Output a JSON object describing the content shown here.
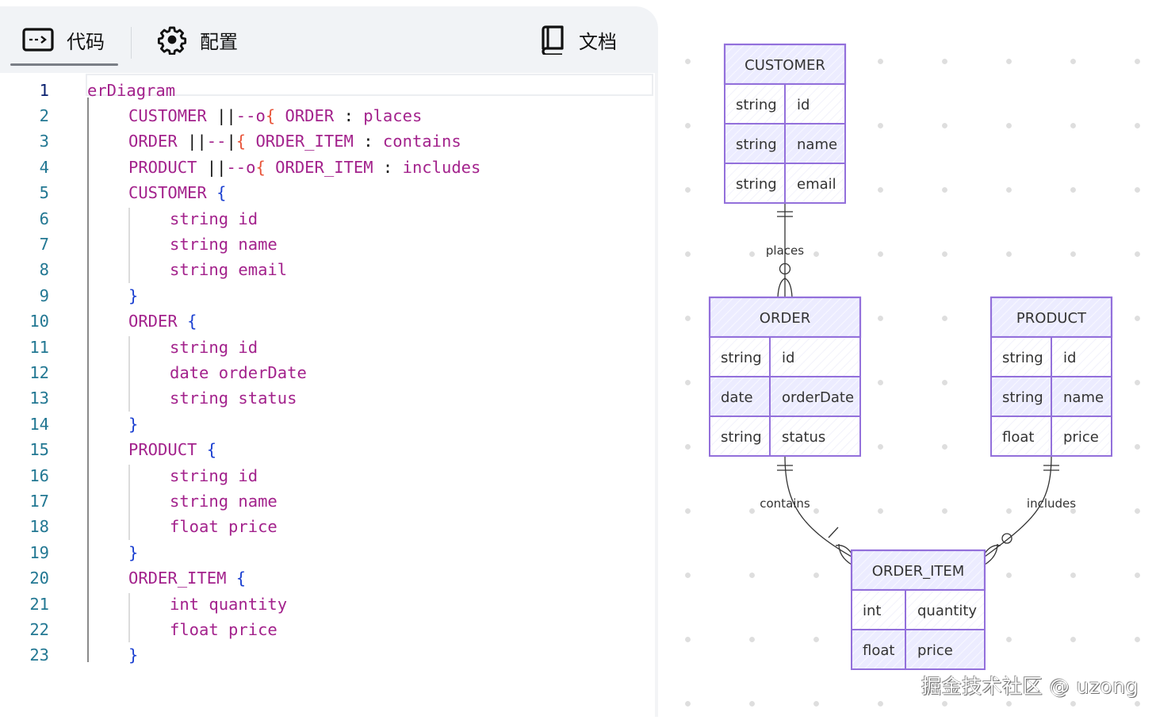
{
  "toolbar": {
    "tabs": [
      {
        "label": "代码",
        "icon": "code-terminal-icon",
        "active": true
      },
      {
        "label": "配置",
        "icon": "gear-icon",
        "active": false
      },
      {
        "label": "文档",
        "icon": "book-icon",
        "active": false
      }
    ]
  },
  "editor": {
    "active_line": 1,
    "lines": [
      {
        "n": "1",
        "tokens": [
          [
            "kw",
            "erDiagram"
          ]
        ]
      },
      {
        "n": "2",
        "indent": 1,
        "tokens": [
          [
            "ent",
            "CUSTOMER "
          ],
          [
            "rel",
            "||"
          ],
          [
            "ent",
            "--o"
          ],
          [
            "relc",
            "{"
          ],
          [
            "ent",
            " ORDER "
          ],
          [
            "colon",
            ":"
          ],
          [
            "ent",
            " places"
          ]
        ]
      },
      {
        "n": "3",
        "indent": 1,
        "tokens": [
          [
            "ent",
            "ORDER "
          ],
          [
            "rel",
            "||"
          ],
          [
            "ent",
            "--"
          ],
          [
            "rel",
            "|"
          ],
          [
            "relc",
            "{"
          ],
          [
            "ent",
            " ORDER_ITEM "
          ],
          [
            "colon",
            ":"
          ],
          [
            "ent",
            " contains"
          ]
        ]
      },
      {
        "n": "4",
        "indent": 1,
        "tokens": [
          [
            "ent",
            "PRODUCT "
          ],
          [
            "rel",
            "||"
          ],
          [
            "ent",
            "--o"
          ],
          [
            "relc",
            "{"
          ],
          [
            "ent",
            " ORDER_ITEM "
          ],
          [
            "colon",
            ":"
          ],
          [
            "ent",
            " includes"
          ]
        ]
      },
      {
        "n": "5",
        "indent": 1,
        "tokens": [
          [
            "ent",
            "CUSTOMER "
          ],
          [
            "brace",
            "{"
          ]
        ]
      },
      {
        "n": "6",
        "indent": 2,
        "tokens": [
          [
            "attr",
            "string id"
          ]
        ]
      },
      {
        "n": "7",
        "indent": 2,
        "tokens": [
          [
            "attr",
            "string name"
          ]
        ]
      },
      {
        "n": "8",
        "indent": 2,
        "tokens": [
          [
            "attr",
            "string email"
          ]
        ]
      },
      {
        "n": "9",
        "indent": 1,
        "tokens": [
          [
            "brace",
            "}"
          ]
        ]
      },
      {
        "n": "10",
        "indent": 1,
        "tokens": [
          [
            "ent",
            "ORDER "
          ],
          [
            "brace",
            "{"
          ]
        ]
      },
      {
        "n": "11",
        "indent": 2,
        "tokens": [
          [
            "attr",
            "string id"
          ]
        ]
      },
      {
        "n": "12",
        "indent": 2,
        "tokens": [
          [
            "attr",
            "date orderDate"
          ]
        ]
      },
      {
        "n": "13",
        "indent": 2,
        "tokens": [
          [
            "attr",
            "string status"
          ]
        ]
      },
      {
        "n": "14",
        "indent": 1,
        "tokens": [
          [
            "brace",
            "}"
          ]
        ]
      },
      {
        "n": "15",
        "indent": 1,
        "tokens": [
          [
            "ent",
            "PRODUCT "
          ],
          [
            "brace",
            "{"
          ]
        ]
      },
      {
        "n": "16",
        "indent": 2,
        "tokens": [
          [
            "attr",
            "string id"
          ]
        ]
      },
      {
        "n": "17",
        "indent": 2,
        "tokens": [
          [
            "attr",
            "string name"
          ]
        ]
      },
      {
        "n": "18",
        "indent": 2,
        "tokens": [
          [
            "attr",
            "float price"
          ]
        ]
      },
      {
        "n": "19",
        "indent": 1,
        "tokens": [
          [
            "brace",
            "}"
          ]
        ]
      },
      {
        "n": "20",
        "indent": 1,
        "tokens": [
          [
            "ent",
            "ORDER_ITEM "
          ],
          [
            "brace",
            "{"
          ]
        ]
      },
      {
        "n": "21",
        "indent": 2,
        "tokens": [
          [
            "attr",
            "int quantity"
          ]
        ]
      },
      {
        "n": "22",
        "indent": 2,
        "tokens": [
          [
            "attr",
            "float price"
          ]
        ]
      },
      {
        "n": "23",
        "indent": 1,
        "tokens": [
          [
            "brace",
            "}"
          ]
        ]
      }
    ]
  },
  "diagram": {
    "colors": {
      "entity_border": "#9370DB",
      "entity_fill": "#ECECFF",
      "line": "#333333"
    },
    "entities": [
      {
        "id": "CUSTOMER",
        "name": "CUSTOMER",
        "attributes": [
          [
            "string",
            "id"
          ],
          [
            "string",
            "name"
          ],
          [
            "string",
            "email"
          ]
        ]
      },
      {
        "id": "ORDER",
        "name": "ORDER",
        "attributes": [
          [
            "string",
            "id"
          ],
          [
            "date",
            "orderDate"
          ],
          [
            "string",
            "status"
          ]
        ]
      },
      {
        "id": "PRODUCT",
        "name": "PRODUCT",
        "attributes": [
          [
            "string",
            "id"
          ],
          [
            "string",
            "name"
          ],
          [
            "float",
            "price"
          ]
        ]
      },
      {
        "id": "ORDER_ITEM",
        "name": "ORDER_ITEM",
        "attributes": [
          [
            "int",
            "quantity"
          ],
          [
            "float",
            "price"
          ]
        ]
      }
    ],
    "relationships": [
      {
        "from": "CUSTOMER",
        "to": "ORDER",
        "label": "places",
        "from_card": "exactly-one",
        "to_card": "zero-or-more"
      },
      {
        "from": "ORDER",
        "to": "ORDER_ITEM",
        "label": "contains",
        "from_card": "exactly-one",
        "to_card": "one-or-more"
      },
      {
        "from": "PRODUCT",
        "to": "ORDER_ITEM",
        "label": "includes",
        "from_card": "exactly-one",
        "to_card": "zero-or-more"
      }
    ]
  },
  "watermark": "掘金技术社区 @ uzong"
}
